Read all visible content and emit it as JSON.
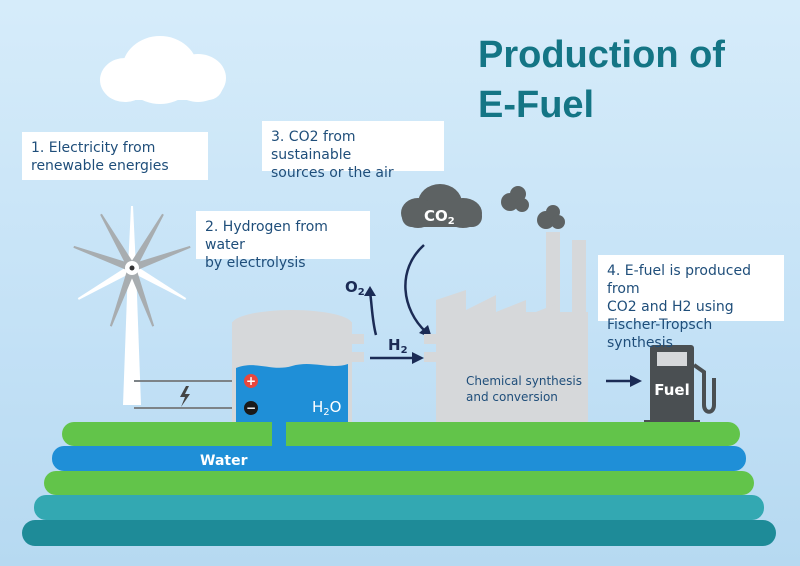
{
  "title_line1": "Production of",
  "title_line2": "E-Fuel",
  "steps": {
    "step1": "1. Electricity from\nrenewable energies",
    "step2": "2. Hydrogen from water\nby electrolysis",
    "step3": "3. CO2 from sustainable\nsources or the air",
    "step4": "4. E-fuel is produced from\nCO2 and H2 using\nFischer-Tropsch synthesis"
  },
  "labels": {
    "co2_main": "CO",
    "co2_sub": "2",
    "o2_main": "O",
    "o2_sub": "2",
    "h2_main": "H",
    "h2_sub": "2",
    "h2o_main": "H",
    "h2o_sub": "2",
    "h2o_end": "O",
    "plus": "+",
    "minus": "−",
    "chem_line1": "Chemical synthesis",
    "chem_line2": "and conversion",
    "fuel": "Fuel",
    "water": "Water"
  },
  "colors": {
    "title": "#147585",
    "label_text": "#1f4e7a",
    "grass": "#62c44a",
    "water_band": "#1f8fd7",
    "teal_band": "#33a8b2",
    "dark_teal_band": "#1e8b98",
    "factory": "#d6d8da",
    "cloud_dark": "#5d6263",
    "arrow": "#1b2b55"
  }
}
